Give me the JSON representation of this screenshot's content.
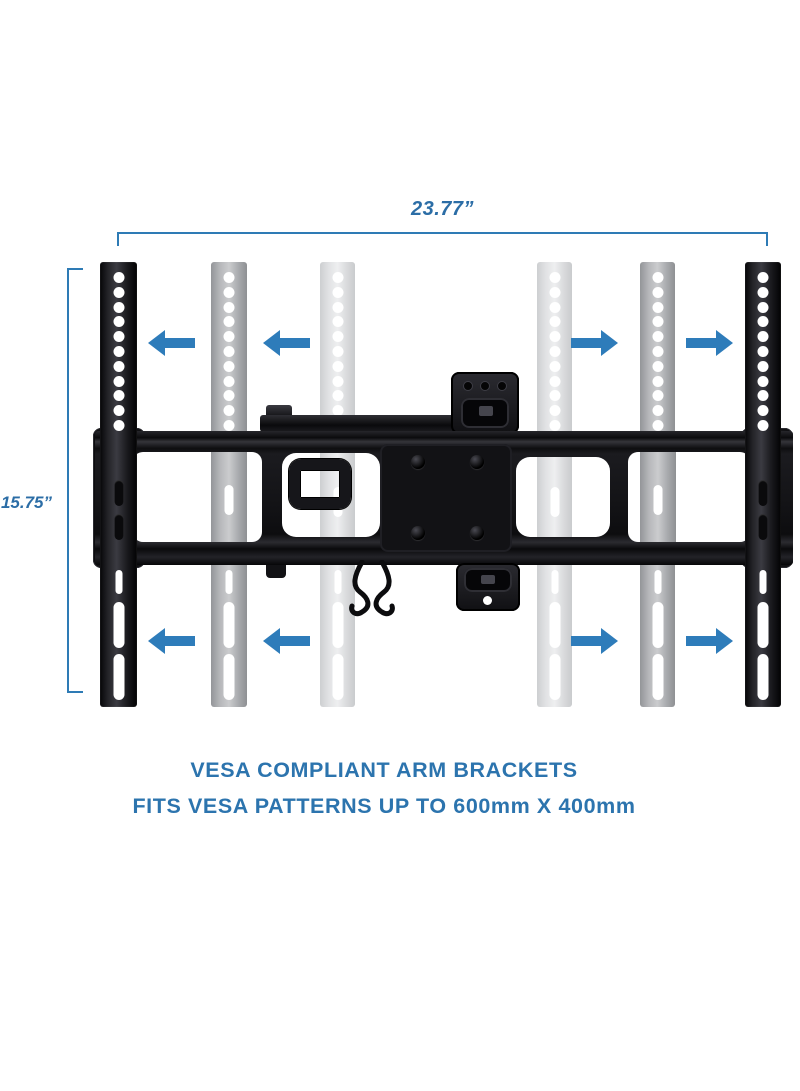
{
  "dimensions": {
    "width_label": "23.77”",
    "height_label": "15.75”"
  },
  "caption": {
    "line1": "VESA COMPLIANT ARM BRACKETS",
    "line2": "FITS VESA PATTERNS UP TO 600mm X 400mm"
  },
  "colors": {
    "dimension_blue": "#2E7BB5",
    "label_blue": "#2B6DA6",
    "caption_blue": "#2C74AE",
    "arrow_blue": "#2E7CBA",
    "bracket_black": "#1A1A1E",
    "bracket_gray": "#A6A8AB",
    "bracket_light_gray": "#DADBDD"
  },
  "brackets": [
    {
      "id": "left-outer",
      "shade": "black",
      "layer": "front"
    },
    {
      "id": "left-middle",
      "shade": "gray",
      "layer": "behind"
    },
    {
      "id": "left-inner",
      "shade": "light-gray",
      "layer": "behind"
    },
    {
      "id": "right-inner",
      "shade": "light-gray",
      "layer": "behind"
    },
    {
      "id": "right-middle",
      "shade": "gray",
      "layer": "behind"
    },
    {
      "id": "right-outer",
      "shade": "black",
      "layer": "front"
    }
  ],
  "arrows": [
    {
      "direction": "left",
      "position": "top-outer-left"
    },
    {
      "direction": "left",
      "position": "top-inner-left"
    },
    {
      "direction": "right",
      "position": "top-inner-right"
    },
    {
      "direction": "right",
      "position": "top-outer-right"
    },
    {
      "direction": "left",
      "position": "bottom-outer-left"
    },
    {
      "direction": "left",
      "position": "bottom-inner-left"
    },
    {
      "direction": "right",
      "position": "bottom-inner-right"
    },
    {
      "direction": "right",
      "position": "bottom-outer-right"
    }
  ]
}
